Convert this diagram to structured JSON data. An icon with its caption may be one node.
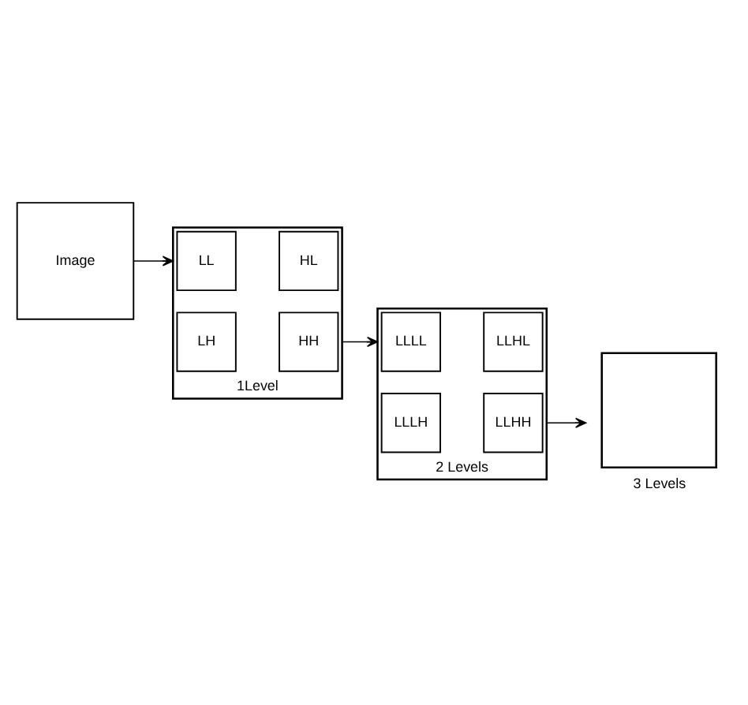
{
  "diagram": {
    "nodes": [
      {
        "text": [
          "Image"
        ]
      },
      {
        "text": [],
        "shape": "box",
        "beside": [
          "1Level"
        ]
      },
      {
        "text": [
          "LL"
        ],
        "in": 1
      },
      {
        "text": [
          "HL"
        ],
        "in": 1
      },
      {
        "text": [
          "LH"
        ],
        "in": 1
      },
      {
        "text": [
          "HH"
        ],
        "in": 1
      },
      {
        "text": [],
        "shape": "box",
        "beside": [
          "2 Levels"
        ]
      },
      {
        "text": [
          "LLLL"
        ],
        "in": 6
      },
      {
        "text": [
          "LLHL"
        ],
        "in": 6
      },
      {
        "text": [
          "LLLH"
        ],
        "in": 6
      },
      {
        "text": [
          "LLHH"
        ],
        "in": 6
      },
      {
        "text": [],
        "shape": "box",
        "beside": [
          "3 Levels"
        ]
      }
    ],
    "edges": [
      {
        "from": 0,
        "to": 1,
        "arrow": "to"
      },
      {
        "from": 1,
        "to": 6,
        "arrow": "to"
      },
      {
        "from": 6,
        "to": 11,
        "arrow": "to"
      }
    ]
  }
}
